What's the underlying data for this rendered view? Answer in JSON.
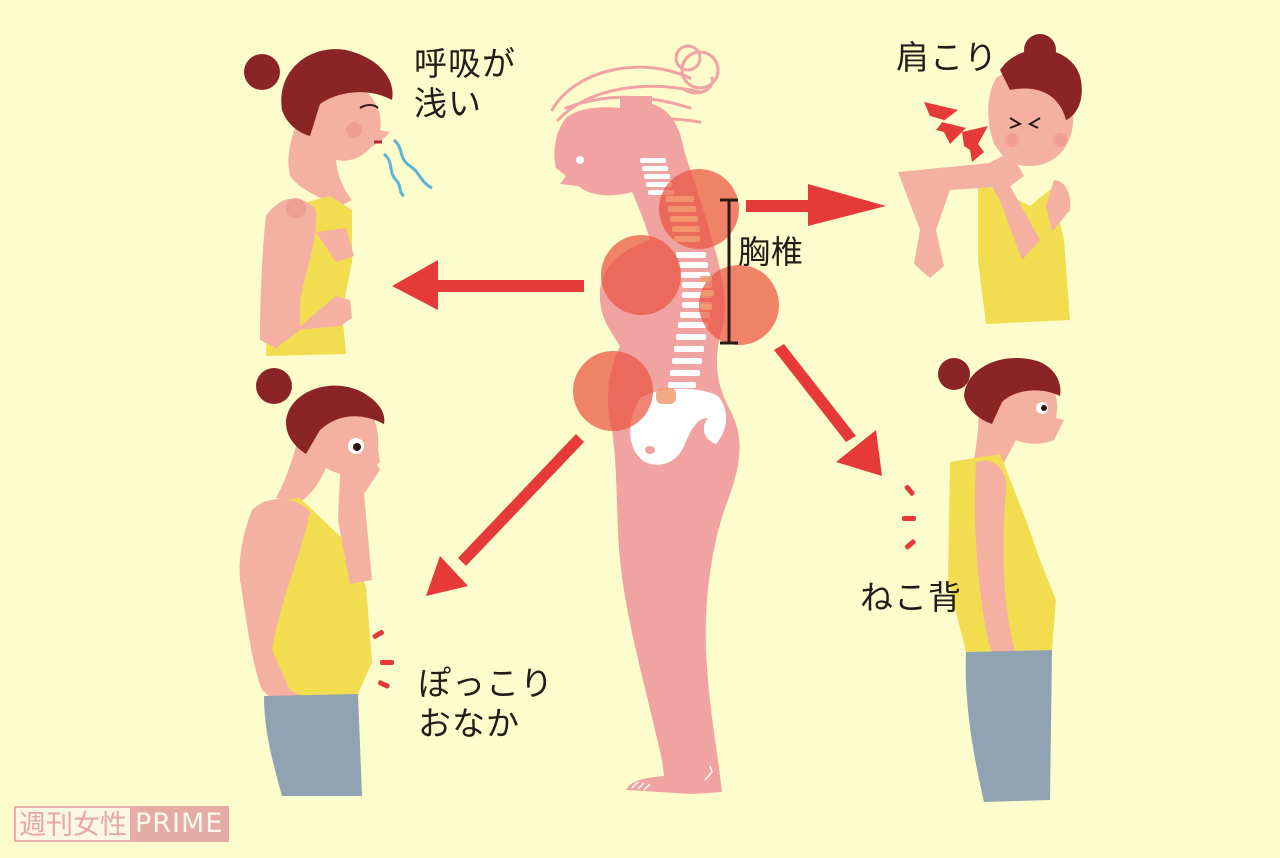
{
  "labels": {
    "breath": "呼吸が\n浅い",
    "shoulder": "肩こり",
    "thoracic": "胸椎",
    "belly": "ぽっこり\nおなか",
    "hunch": "ねこ背"
  },
  "watermark": {
    "brand_left": "週刊女性",
    "brand_right": "PRIME"
  },
  "colors": {
    "background": "#fdfccc",
    "arrow": "#e63a38",
    "body_silhouette": "#f0a3a0",
    "highlight_circle": "#ea5440",
    "tank_top": "#f2dc50",
    "pants": "#8fa3b2",
    "skin": "#f4b1a2",
    "hair": "#8b2424",
    "breath_lines": "#5db4d6",
    "text": "#231d18"
  }
}
